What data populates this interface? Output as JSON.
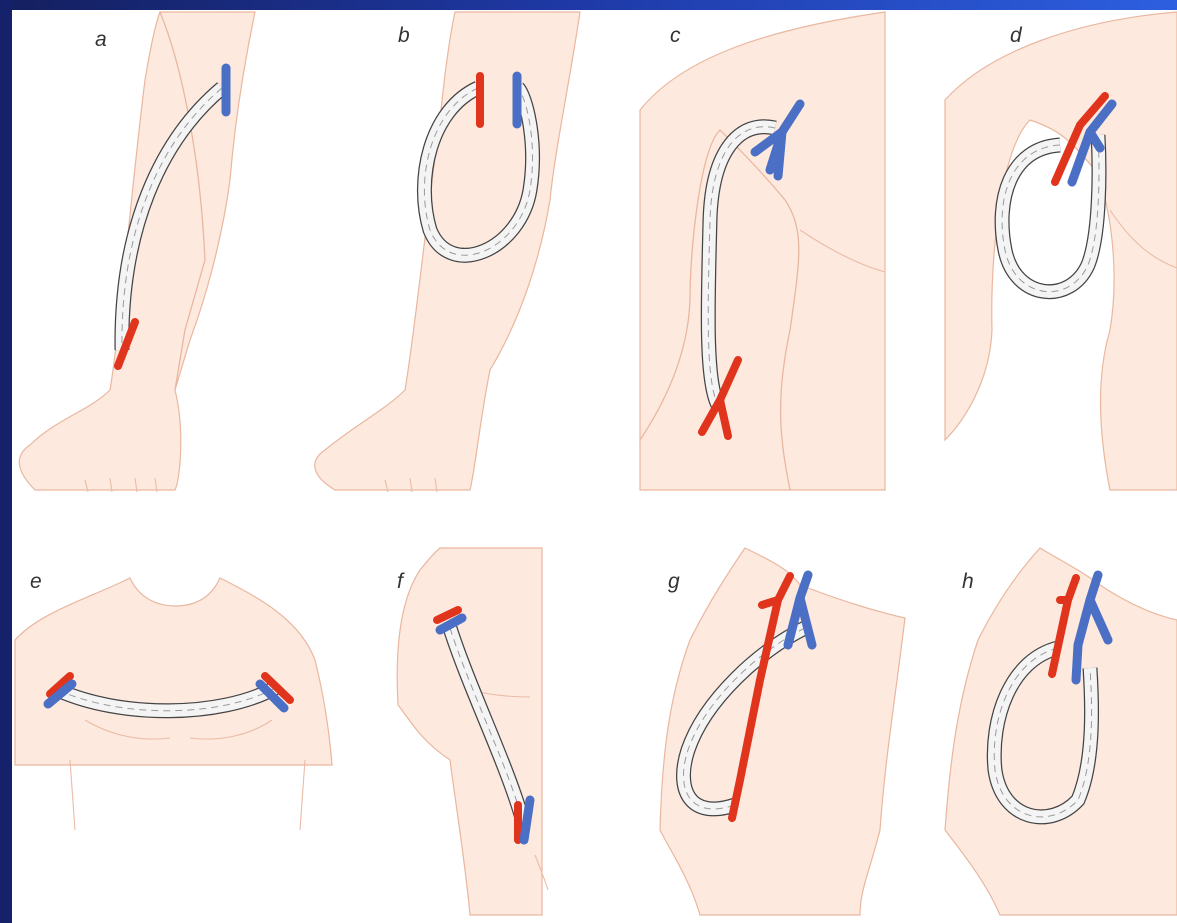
{
  "panels": [
    {
      "id": "a",
      "label": "a"
    },
    {
      "id": "b",
      "label": "b"
    },
    {
      "id": "c",
      "label": "c"
    },
    {
      "id": "d",
      "label": "d"
    },
    {
      "id": "e",
      "label": "e"
    },
    {
      "id": "f",
      "label": "f"
    },
    {
      "id": "g",
      "label": "g"
    },
    {
      "id": "h",
      "label": "h"
    }
  ],
  "colors": {
    "artery": "#e0341c",
    "vein": "#4a6fc4",
    "skin": "#fde9de",
    "slide_background": "#1b2a72"
  }
}
